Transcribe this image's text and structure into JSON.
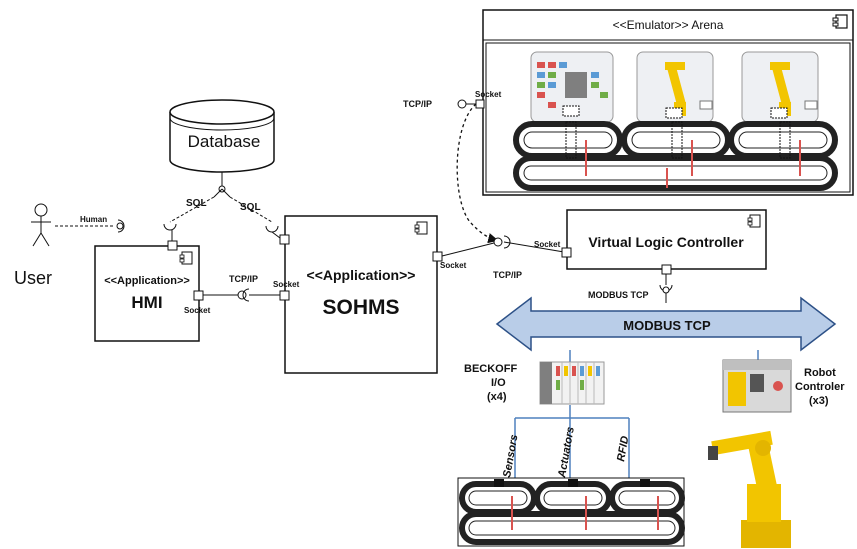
{
  "arena": {
    "title": "<<Emulator>> Arena"
  },
  "database": {
    "label": "Database"
  },
  "user": {
    "label": "User"
  },
  "hmi": {
    "stereotype": "<<Application>>",
    "name": "HMI"
  },
  "sohms": {
    "stereotype": "<<Application>>",
    "name": "SOHMS"
  },
  "vlc": {
    "name": "Virtual Logic Controller"
  },
  "modbus": {
    "bus_label": "MODBUS TCP",
    "interface_label": "MODBUS TCP"
  },
  "connections": {
    "sql_left": "SQL",
    "sql_right": "SQL",
    "human": "Human",
    "tcpip_hmi": "TCP/IP",
    "tcpip_vlc": "TCP/IP",
    "tcpip_arena": "TCP/IP"
  },
  "sockets": {
    "hmi": "Socket",
    "sohms_left": "Socket",
    "sohms_right": "Socket",
    "vlc": "Socket",
    "arena": "Socket"
  },
  "beckhoff": {
    "line1": "BECKOFF",
    "line2": "I/O",
    "line3": "(x4)"
  },
  "robot": {
    "line1": "Robot",
    "line2": "Controler",
    "line3": "(x3)"
  },
  "signals": {
    "sensors": "Sensors",
    "actuators": "Actuators",
    "rfid": "RFID"
  },
  "colors": {
    "bus_fill": "#b9cde8",
    "bus_stroke": "#2d5187",
    "signal_line": "#4f81bd",
    "robot_yellow": "#f2c500"
  }
}
